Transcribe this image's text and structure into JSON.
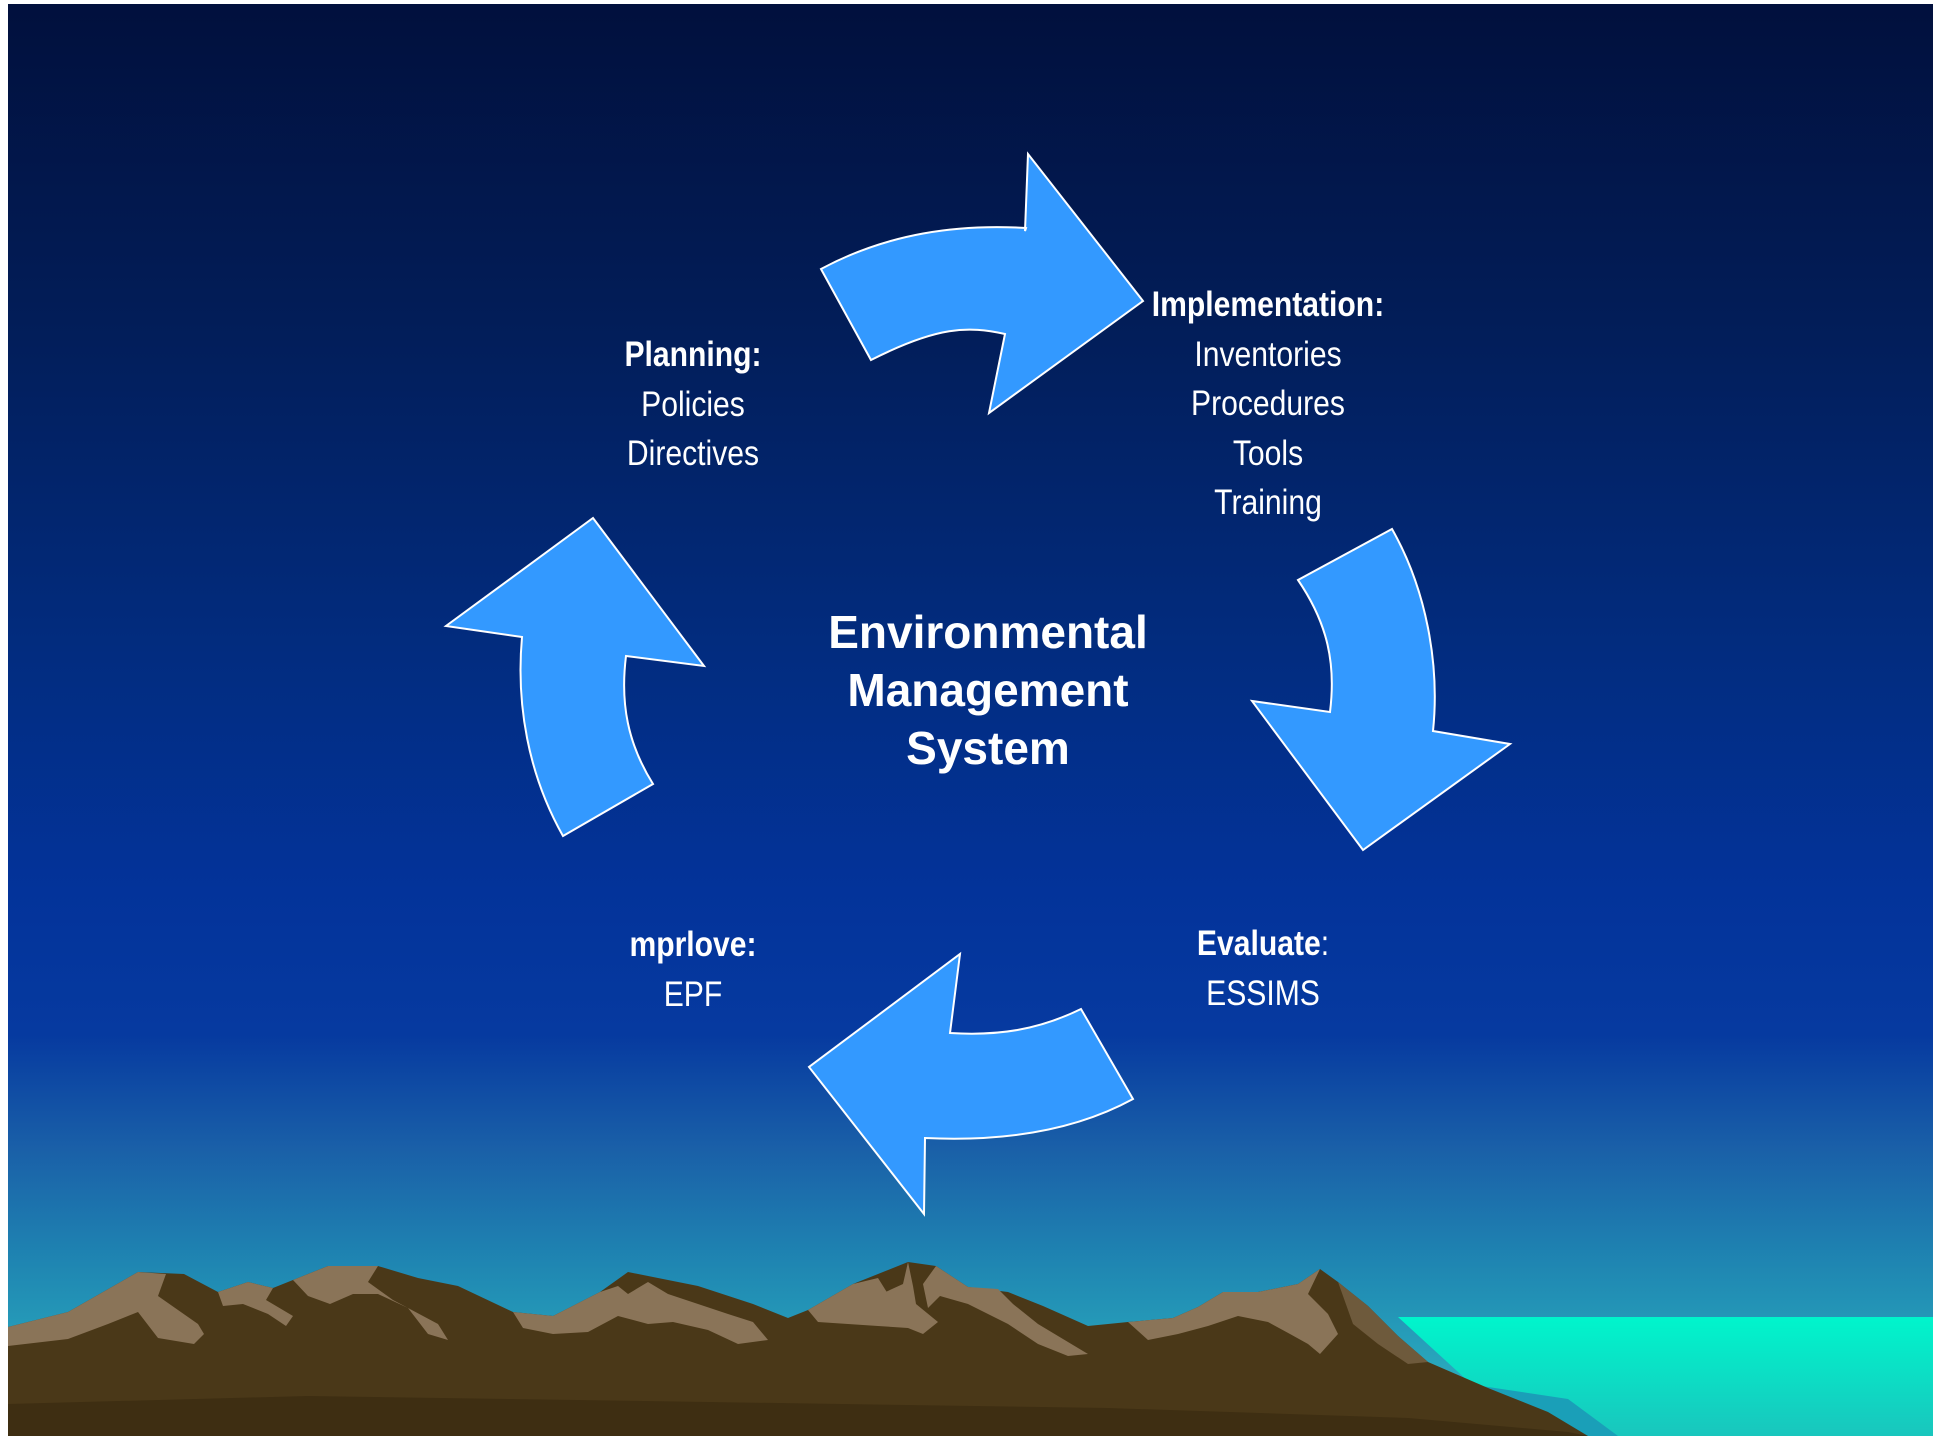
{
  "center_title": [
    "Environmental",
    "Management",
    "System"
  ],
  "stages": {
    "planning": {
      "title": "Planning:",
      "items": [
        "Policies",
        "Directives"
      ]
    },
    "implementation": {
      "title": "Implementation:",
      "items": [
        "Inventories",
        "Procedures",
        "Tools",
        "Training"
      ]
    },
    "evaluate": {
      "title": "Evaluate",
      "title_suffix": ":",
      "items": [
        "ESSIMS"
      ]
    },
    "improve": {
      "title": "mprlove:",
      "items": [
        "EPF"
      ]
    }
  },
  "colors": {
    "arrow_fill": "#3399ff",
    "arrow_stroke": "#ffffff",
    "text": "#ffffff",
    "sky_top": "#01103d",
    "sky_mid": "#03339a",
    "sky_bottom": "#2ebac0",
    "sea": "#00f5cc",
    "mountain_light": "#8a7458",
    "mountain_dark": "#4a3818"
  }
}
